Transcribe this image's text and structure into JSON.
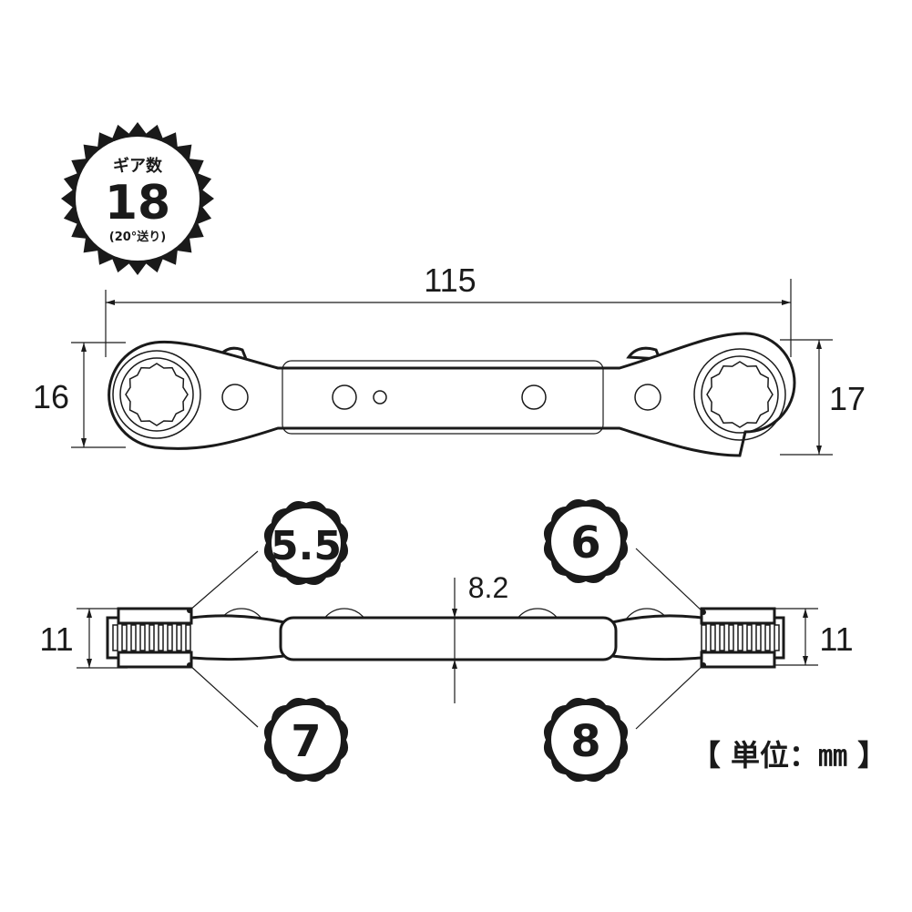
{
  "gear_badge": {
    "heading": "ギア数",
    "number": "18",
    "note": "(20°送り)"
  },
  "dimensions": {
    "overall_length": "115",
    "left_head_height": "16",
    "right_head_height": "17",
    "left_thickness": "11",
    "right_thickness": "11",
    "center_thickness": "8.2"
  },
  "sizes": {
    "top_left": "5.5",
    "top_right": "6",
    "bottom_left": "7",
    "bottom_right": "8"
  },
  "unit_label": "【 単位：㎜ 】",
  "colors": {
    "ink": "#1a1a1a",
    "badge_fill": "#1a1a1a",
    "background": "#ffffff"
  }
}
